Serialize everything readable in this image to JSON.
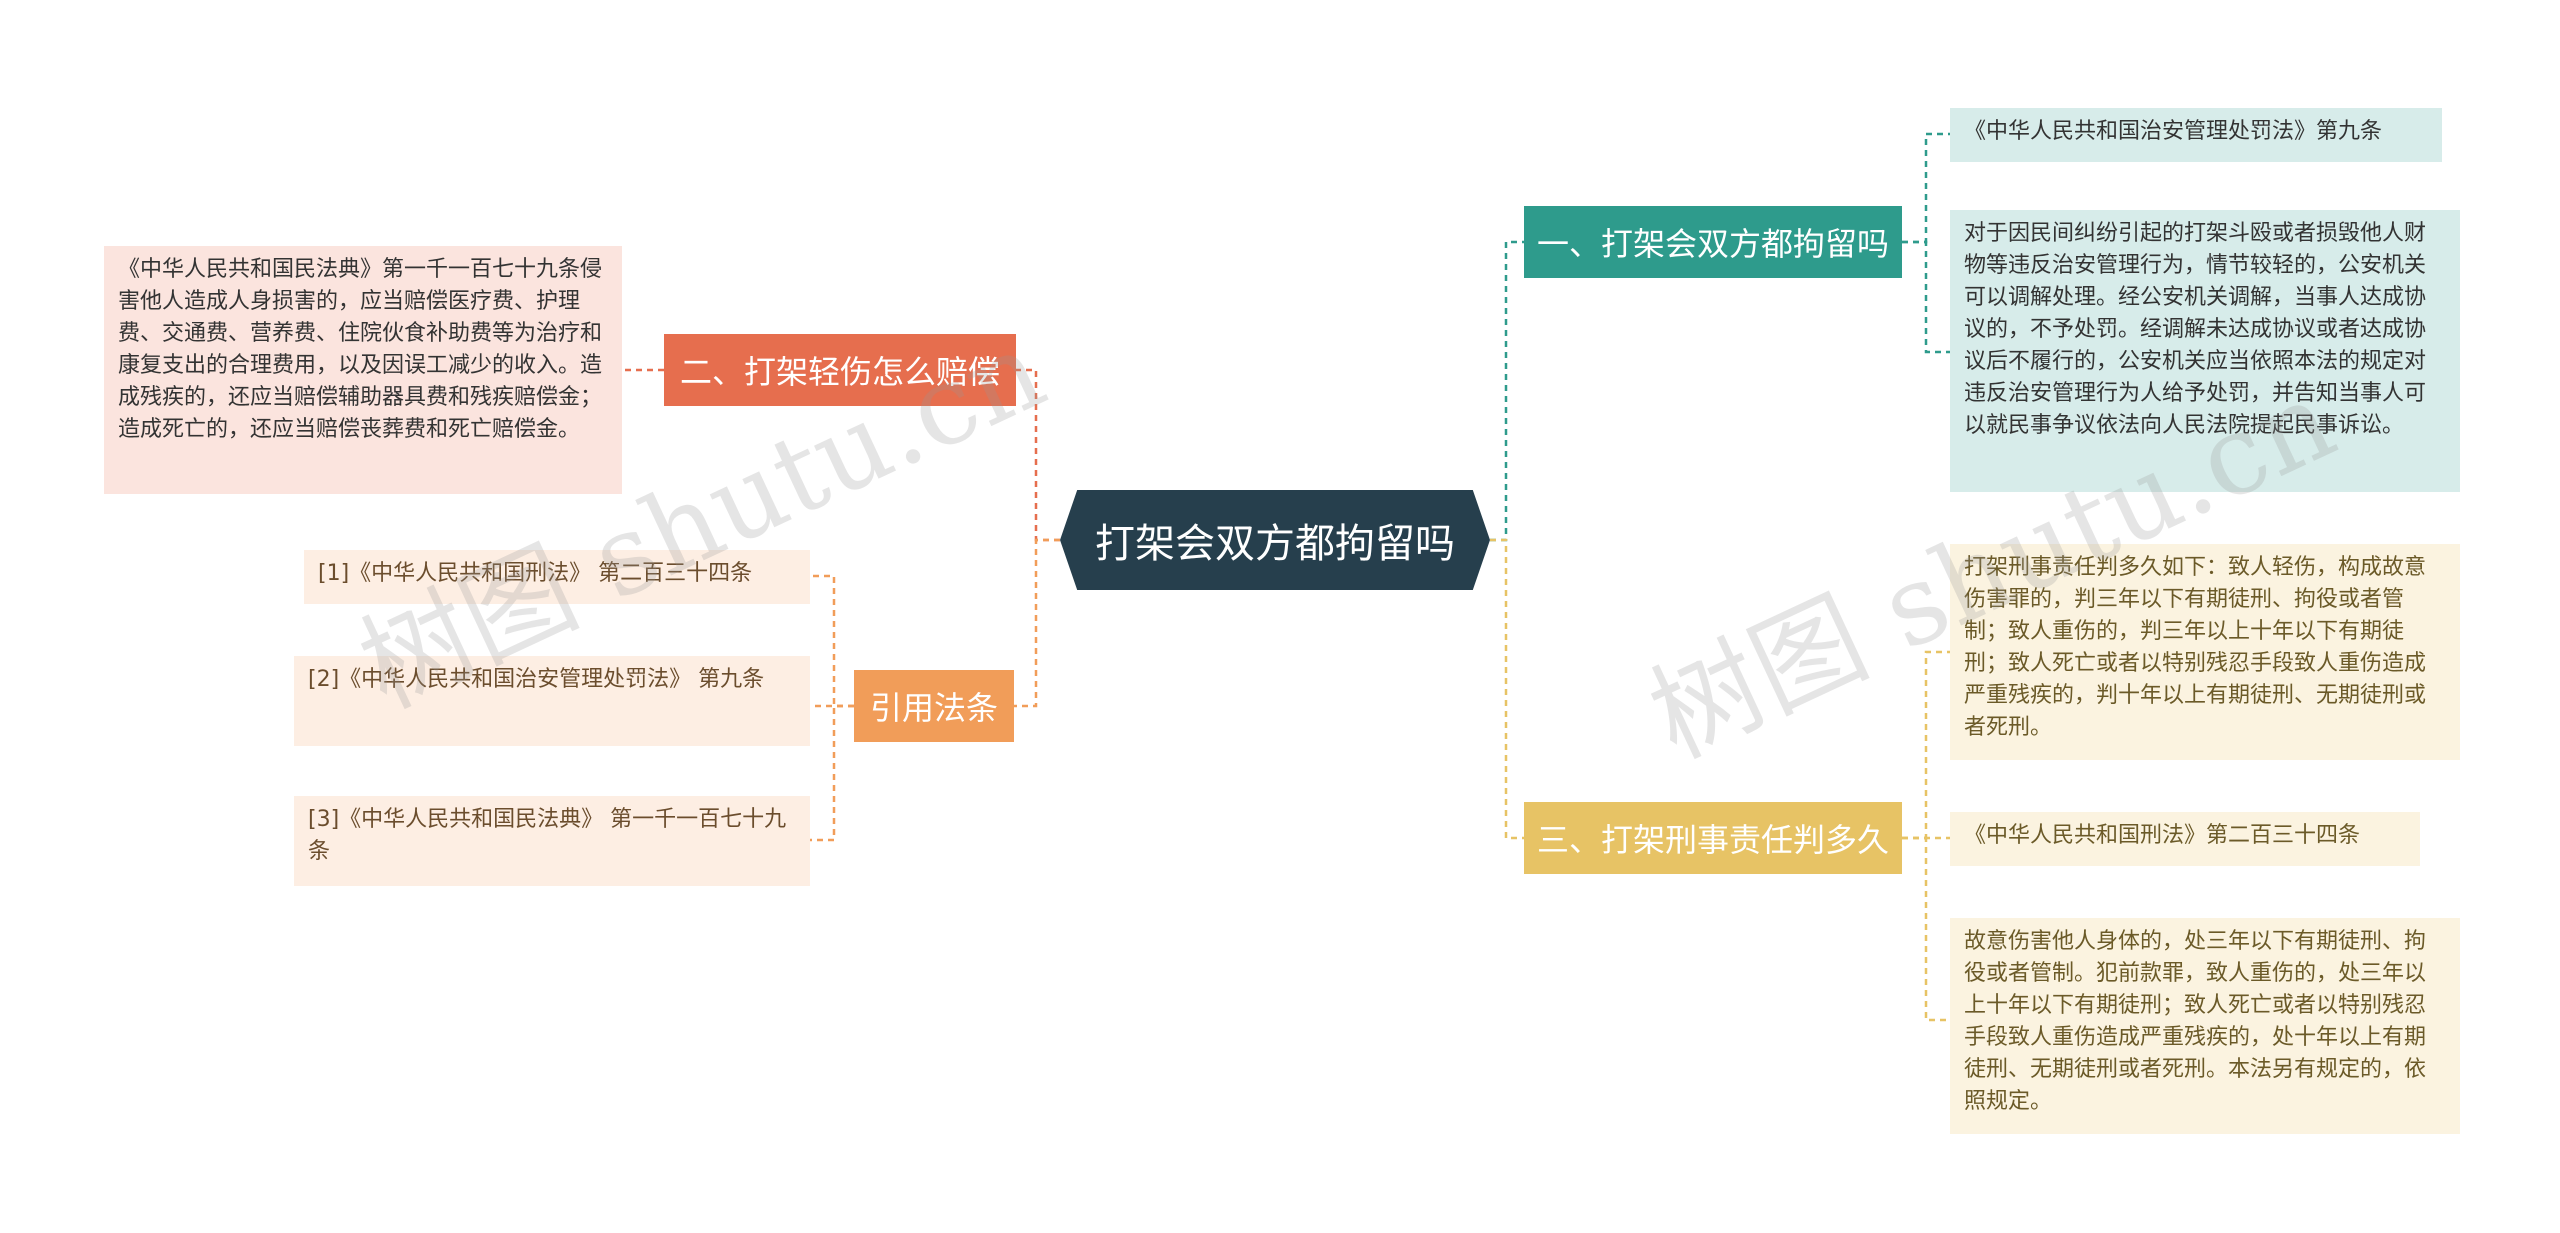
{
  "root": {
    "label": "打架会双方都拘留吗"
  },
  "branches": {
    "b1": {
      "label": "一、打架会双方都拘留吗",
      "color": "#2e9b8c"
    },
    "b2": {
      "label": "二、打架轻伤怎么赔偿",
      "color": "#e66e4e"
    },
    "b3": {
      "label": "引用法条",
      "color": "#f19d59"
    },
    "b4": {
      "label": "三、打架刑事责任判多久",
      "color": "#e7c365"
    }
  },
  "leaves": {
    "b1_1": "《中华人民共和国治安管理处罚法》第九条",
    "b1_2": "对于因民间纠纷引起的打架斗殴或者损毁他人财物等违反治安管理行为，情节较轻的，公安机关可以调解处理。经公安机关调解，当事人达成协议的，不予处罚。经调解未达成协议或者达成协议后不履行的，公安机关应当依照本法的规定对违反治安管理行为人给予处罚，并告知当事人可以就民事争议依法向人民法院提起民事诉讼。",
    "b2_1": "《中华人民共和国民法典》第一千一百七十九条侵害他人造成人身损害的，应当赔偿医疗费、护理费、交通费、营养费、住院伙食补助费等为治疗和康复支出的合理费用，以及因误工减少的收入。造成残疾的，还应当赔偿辅助器具费和残疾赔偿金；造成死亡的，还应当赔偿丧葬费和死亡赔偿金。",
    "b3_1": "[1]《中华人民共和国刑法》 第二百三十四条",
    "b3_2": "[2]《中华人民共和国治安管理处罚法》 第九条",
    "b3_3": "[3]《中华人民共和国民法典》 第一千一百七十九条",
    "b4_1": "打架刑事责任判多久如下：致人轻伤，构成故意伤害罪的，判三年以下有期徒刑、拘役或者管制；致人重伤的，判三年以上十年以下有期徒刑；致人死亡或者以特别残忍手段致人重伤造成严重残疾的，判十年以上有期徒刑、无期徒刑或者死刑。",
    "b4_2": "《中华人民共和国刑法》第二百三十四条",
    "b4_3": "故意伤害他人身体的，处三年以下有期徒刑、拘役或者管制。犯前款罪，致人重伤的，处三年以上十年以下有期徒刑；致人死亡或者以特别残忍手段致人重伤造成严重残疾的，处十年以上有期徒刑、无期徒刑或者死刑。本法另有规定的，依照规定。"
  },
  "watermark": "树图 shutu.cn"
}
